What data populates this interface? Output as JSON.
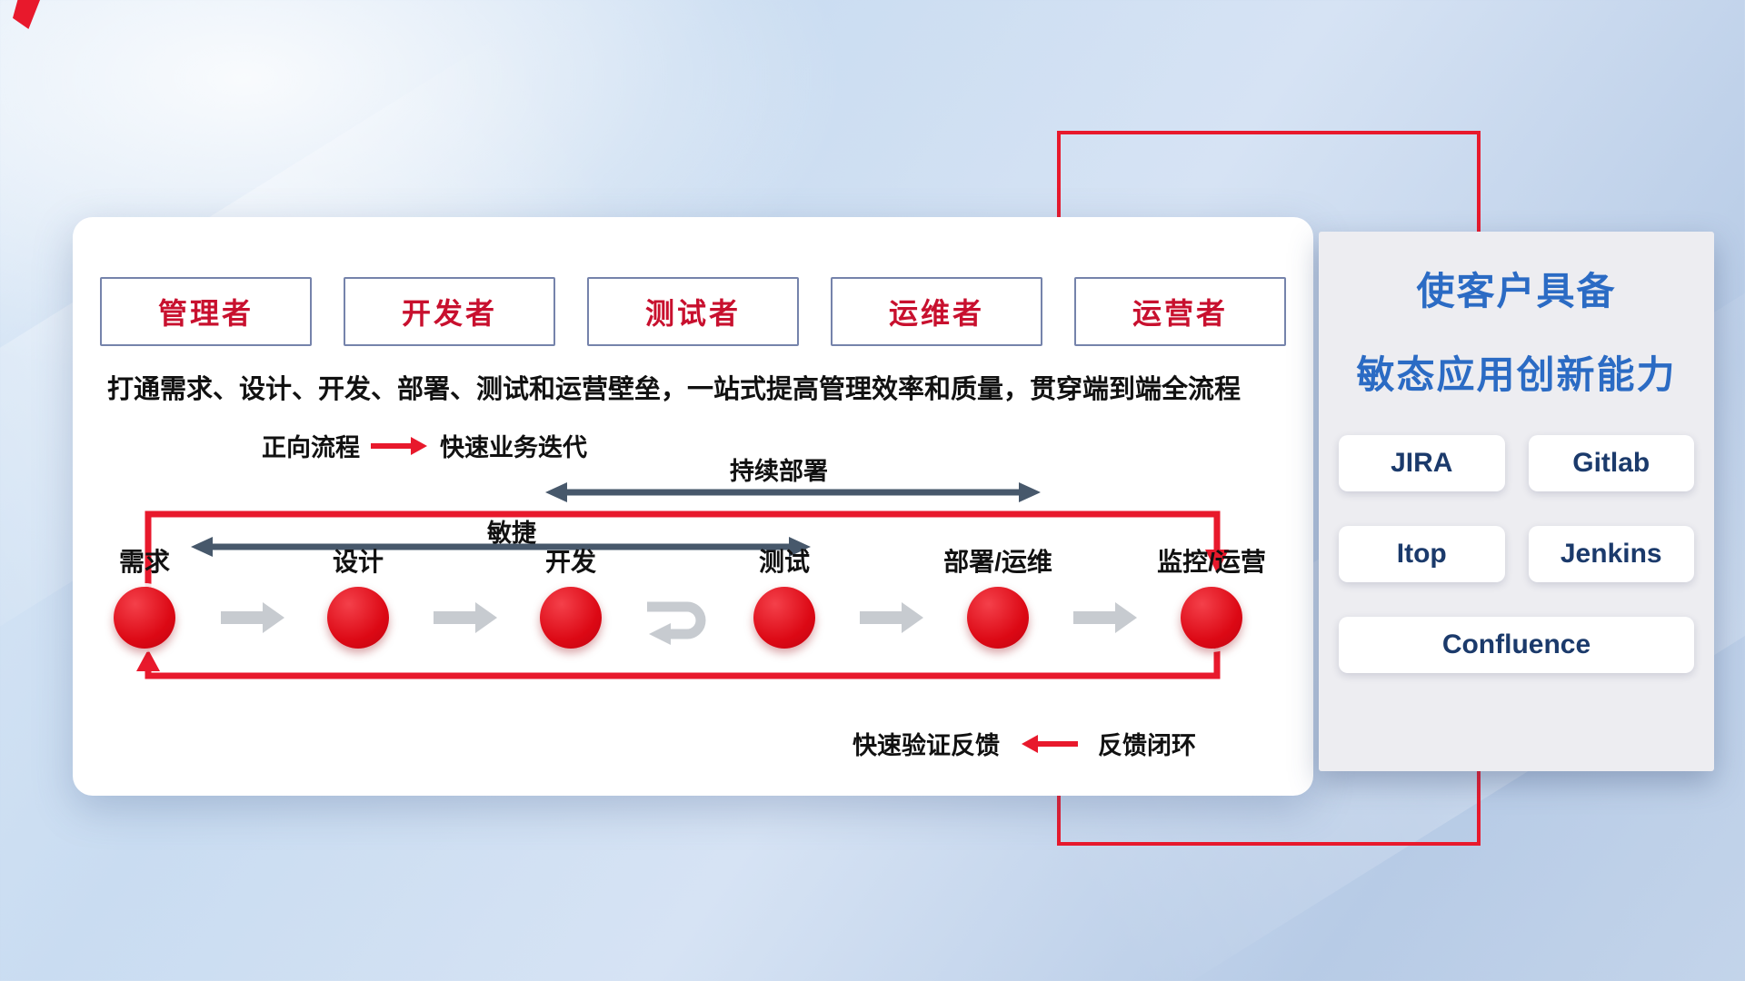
{
  "roles": [
    {
      "label": "管理者"
    },
    {
      "label": "开发者"
    },
    {
      "label": "测试者"
    },
    {
      "label": "运维者"
    },
    {
      "label": "运营者"
    }
  ],
  "description": "打通需求、设计、开发、部署、测试和运营壁垒，一站式提高管理效率和质量，贯穿端到端全流程",
  "legend": {
    "forward_label": "正向流程",
    "forward_desc": "快速业务迭代",
    "feedback_desc": "快速验证反馈",
    "feedback_label": "反馈闭环"
  },
  "flow": {
    "continuous_deploy_label": "持续部署",
    "agile_label": "敏捷",
    "steps": [
      {
        "label": "需求"
      },
      {
        "label": "设计"
      },
      {
        "label": "开发"
      },
      {
        "label": "测试"
      },
      {
        "label": "部署/运维"
      },
      {
        "label": "监控/运营"
      }
    ]
  },
  "panel": {
    "title_line1": "使客户具备",
    "title_line2": "敏态应用创新能力",
    "tools": [
      {
        "name": "JIRA"
      },
      {
        "name": "Gitlab"
      },
      {
        "name": "Itop"
      },
      {
        "name": "Jenkins"
      },
      {
        "name": "Confluence"
      }
    ]
  },
  "colors": {
    "accent_red": "#e8192c",
    "arrow_slate": "#47586b",
    "arrow_gray": "#c7cbd0",
    "title_blue": "#2b6bc4",
    "tool_text": "#1b3a6b",
    "role_text": "#c8102e"
  }
}
